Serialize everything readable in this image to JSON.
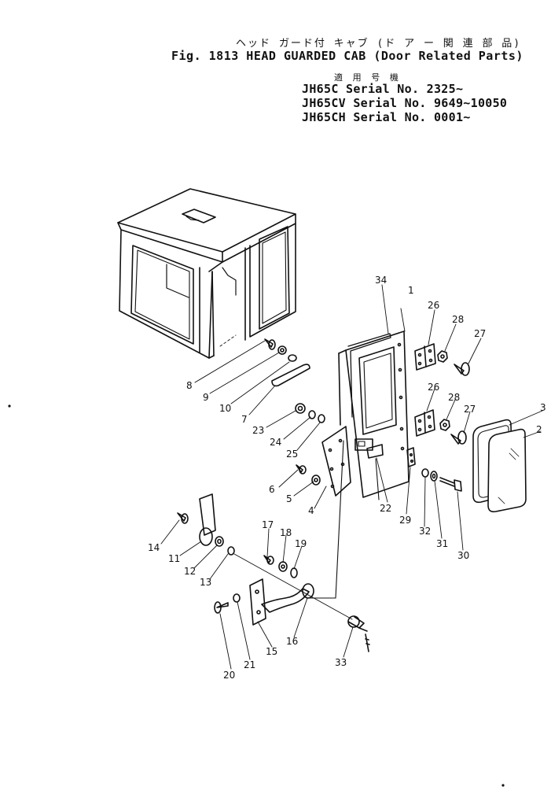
{
  "header": {
    "jp_title": "ヘッド ガード付 キャブ (ド ア ー 関 連 部 品)",
    "fig_title": "Fig. 1813 HEAD GUARDED CAB (Door Related Parts)",
    "applicable_models_jp": "適 用 号 機",
    "serials": [
      "JH65C   Serial No. 2325~",
      "JH65CV  Serial No. 9649~10050",
      "JH65CH  Serial No. 0001~"
    ]
  },
  "callouts": [
    "1",
    "2",
    "3",
    "4",
    "5",
    "6",
    "7",
    "8",
    "9",
    "10",
    "11",
    "12",
    "13",
    "14",
    "15",
    "16",
    "17",
    "18",
    "19",
    "20",
    "21",
    "22",
    "23",
    "24",
    "25",
    "26",
    "26",
    "27",
    "27",
    "28",
    "28",
    "29",
    "30",
    "31",
    "32",
    "33",
    "34"
  ]
}
